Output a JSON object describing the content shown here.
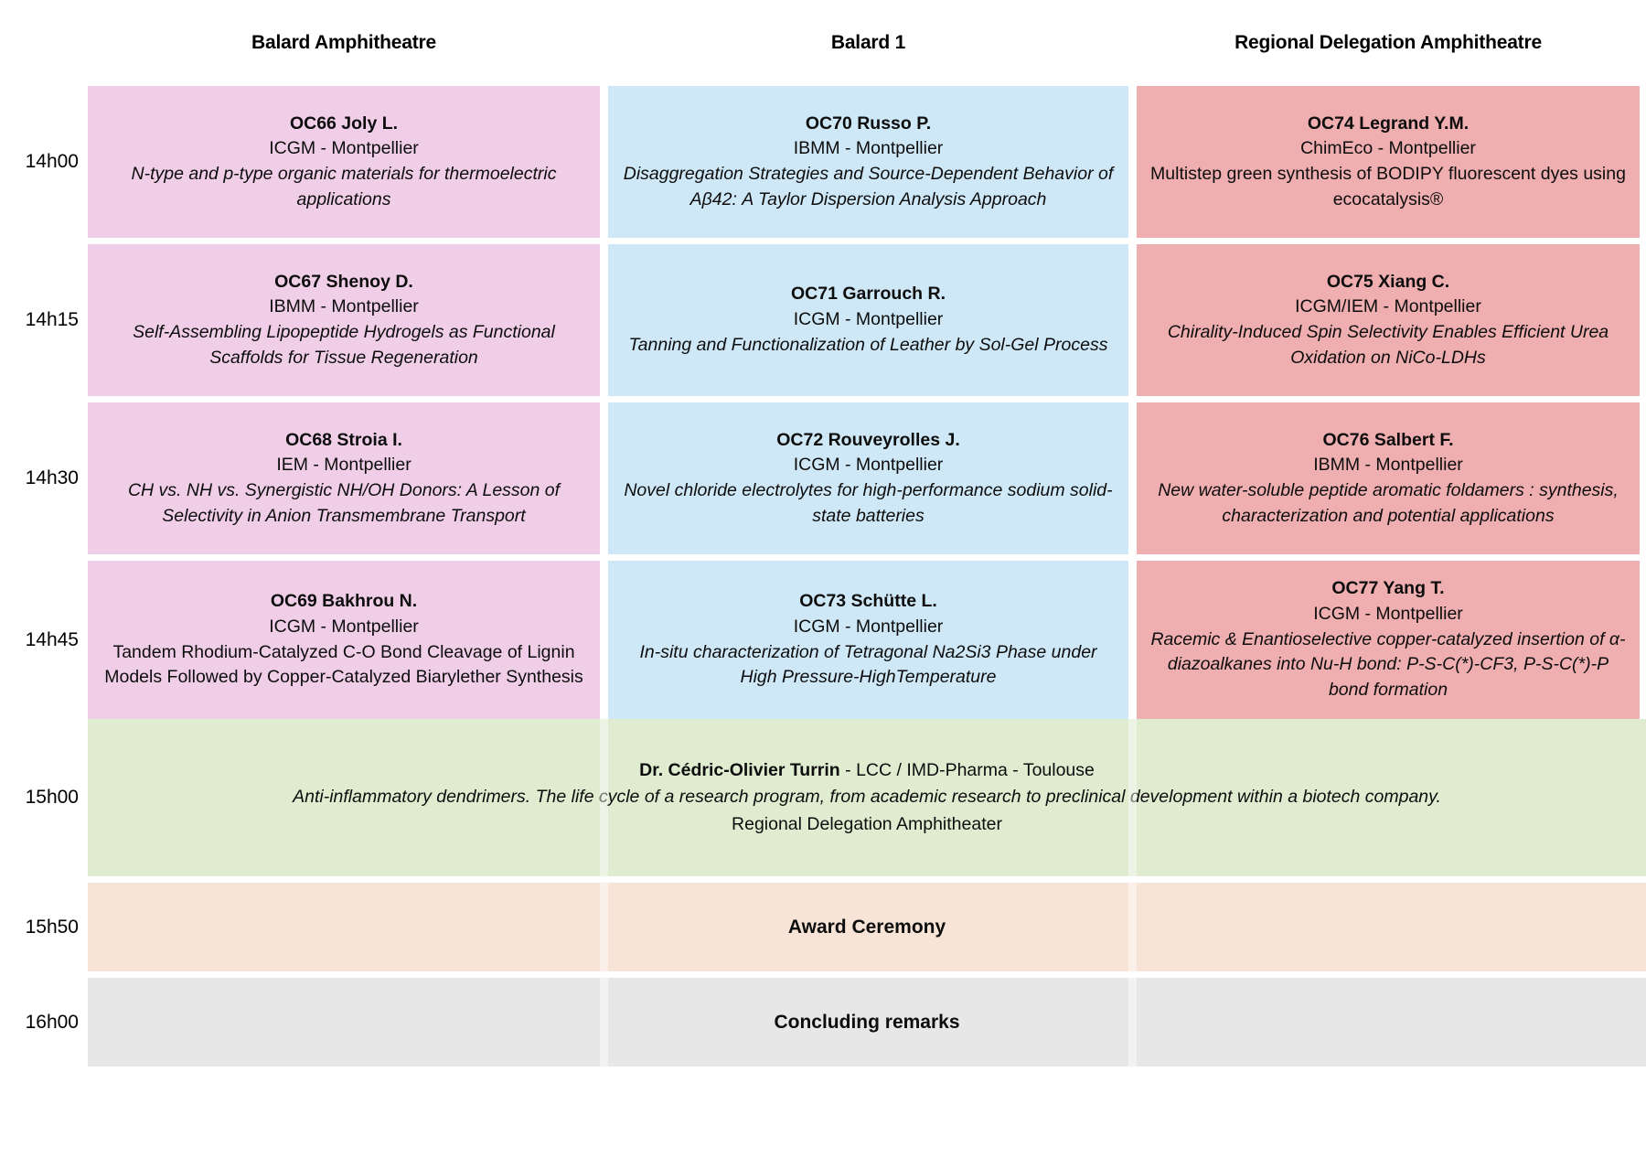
{
  "columns": [
    {
      "label": "Balard Amphitheatre"
    },
    {
      "label": "Balard 1"
    },
    {
      "label": "Regional Delegation Amphitheatre"
    }
  ],
  "colors": {
    "col_a": "#f0cee8",
    "col_b": "#cfe8f7",
    "col_c": "#efaeb0",
    "plenary": "#dfecd0",
    "award": "#f7e4d7",
    "concluding": "#e7e7e7",
    "text": "#0d0d0d",
    "background": "#ffffff"
  },
  "rows": [
    {
      "time": "14h00",
      "cells": [
        {
          "code": "OC66 Joly L.",
          "affiliation": "ICGM - Montpellier",
          "title": "N-type and p-type organic materials for thermoelectric applications",
          "italic_title": true
        },
        {
          "code": "OC70 Russo P.",
          "affiliation": "IBMM - Montpellier",
          "title": "Disaggregation Strategies and Source-Dependent Behavior of Aβ42: A Taylor Dispersion Analysis Approach",
          "italic_title": true
        },
        {
          "code": "OC74 Legrand Y.M.",
          "affiliation": "ChimEco - Montpellier",
          "title": "Multistep green synthesis of BODIPY fluorescent dyes using ecocatalysis®",
          "italic_title": false
        }
      ]
    },
    {
      "time": "14h15",
      "cells": [
        {
          "code": "OC67 Shenoy D.",
          "affiliation": "IBMM - Montpellier",
          "title": "Self-Assembling Lipopeptide Hydrogels as Functional Scaffolds for Tissue Regeneration",
          "italic_title": true
        },
        {
          "code": "OC71 Garrouch R.",
          "affiliation": "ICGM - Montpellier",
          "title": "Tanning and Functionalization of Leather by Sol-Gel Process",
          "italic_title": true
        },
        {
          "code": "OC75 Xiang C.",
          "affiliation": "ICGM/IEM - Montpellier",
          "title": "Chirality-Induced Spin Selectivity Enables Efficient Urea Oxidation on NiCo-LDHs",
          "italic_title": true
        }
      ]
    },
    {
      "time": "14h30",
      "cells": [
        {
          "code": "OC68 Stroia I.",
          "affiliation": "IEM - Montpellier",
          "title": "CH vs. NH vs. Synergistic NH/OH Donors: A Lesson of Selectivity in Anion Transmembrane Transport",
          "italic_title": true
        },
        {
          "code": "OC72 Rouveyrolles J.",
          "affiliation": "ICGM - Montpellier",
          "title": "Novel chloride electrolytes for high-performance sodium solid-state batteries",
          "italic_title": true
        },
        {
          "code": "OC76 Salbert F.",
          "affiliation": "IBMM - Montpellier",
          "title": "New water-soluble peptide aromatic foldamers : synthesis, characterization and potential applications",
          "italic_title": true
        }
      ]
    },
    {
      "time": "14h45",
      "cells": [
        {
          "code": "OC69 Bakhrou N.",
          "affiliation": "ICGM - Montpellier",
          "title": "Tandem Rhodium-Catalyzed C-O Bond Cleavage of Lignin Models Followed by Copper-Catalyzed Biarylether Synthesis",
          "italic_title": false
        },
        {
          "code": "OC73 Schütte L.",
          "affiliation": "ICGM - Montpellier",
          "title": "In-situ characterization of Tetragonal Na2Si3 Phase under High Pressure-HighTemperature",
          "italic_title": true
        },
        {
          "code": "OC77 Yang T.",
          "affiliation": "ICGM - Montpellier",
          "title": "Racemic & Enantioselective copper-catalyzed insertion of α-diazoalkanes into Nu-H bond: P-S-C(*)-CF3, P-S-C(*)-P bond formation",
          "italic_title": true
        }
      ]
    }
  ],
  "plenary": {
    "time": "15h00",
    "speaker": "Dr. Cédric-Olivier Turrin",
    "affiliation": " - LCC / IMD-Pharma - Toulouse",
    "title": "Anti-inflammatory dendrimers. The life cycle of a research program, from academic research to preclinical development within a biotech company.",
    "room": "Regional Delegation Amphitheater"
  },
  "award": {
    "time": "15h50",
    "label": "Award Ceremony"
  },
  "concluding": {
    "time": "16h00",
    "label": "Concluding remarks"
  }
}
